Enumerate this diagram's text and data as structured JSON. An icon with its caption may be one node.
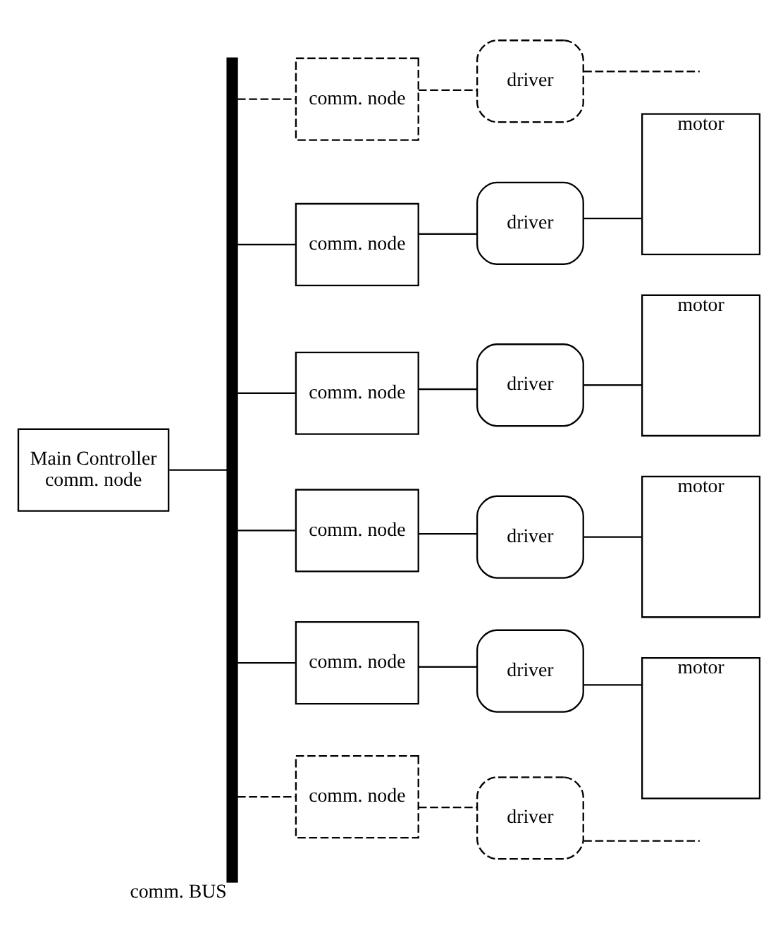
{
  "diagram": {
    "nodes": [
      {
        "text": [],
        "shape": "bar",
        "beside": [
          "comm. BUS"
        ]
      },
      {
        "text": [
          "Main Controller",
          "comm. node"
        ]
      },
      {
        "text": [
          "comm. node"
        ]
      },
      {
        "text": [
          "driver"
        ]
      },
      {
        "text": [
          "comm. node"
        ]
      },
      {
        "text": [
          "driver"
        ]
      },
      {
        "text": [
          "motor"
        ]
      },
      {
        "text": [
          "comm. node"
        ]
      },
      {
        "text": [
          "driver"
        ]
      },
      {
        "text": [
          "motor"
        ]
      },
      {
        "text": [
          "comm. node"
        ]
      },
      {
        "text": [
          "driver"
        ]
      },
      {
        "text": [
          "motor"
        ]
      },
      {
        "text": [
          "comm. node"
        ]
      },
      {
        "text": [
          "driver"
        ]
      },
      {
        "text": [
          "motor"
        ]
      },
      {
        "text": [
          "comm. node"
        ]
      },
      {
        "text": [
          "driver"
        ]
      }
    ],
    "edges": [
      {
        "from": 1,
        "to": 0,
        "arrow": "none"
      },
      {
        "from": 0,
        "to": 2,
        "arrow": "none",
        "style": "dashed"
      },
      {
        "from": 2,
        "to": 3,
        "arrow": "none",
        "style": "dashed"
      },
      {
        "from": 3,
        "to": null,
        "arrow": "none",
        "style": "dashed"
      },
      {
        "from": 0,
        "to": 4,
        "arrow": "none"
      },
      {
        "from": 4,
        "to": 5,
        "arrow": "none"
      },
      {
        "from": 5,
        "to": 6,
        "arrow": "none"
      },
      {
        "from": 0,
        "to": 7,
        "arrow": "none"
      },
      {
        "from": 7,
        "to": 8,
        "arrow": "none"
      },
      {
        "from": 8,
        "to": 9,
        "arrow": "none"
      },
      {
        "from": 0,
        "to": 10,
        "arrow": "none"
      },
      {
        "from": 10,
        "to": 11,
        "arrow": "none"
      },
      {
        "from": 11,
        "to": 12,
        "arrow": "none"
      },
      {
        "from": 0,
        "to": 13,
        "arrow": "none"
      },
      {
        "from": 13,
        "to": 14,
        "arrow": "none"
      },
      {
        "from": 14,
        "to": 15,
        "arrow": "none"
      },
      {
        "from": 0,
        "to": 16,
        "arrow": "none",
        "style": "dashed"
      },
      {
        "from": 16,
        "to": 17,
        "arrow": "none",
        "style": "dashed"
      },
      {
        "from": 17,
        "to": null,
        "arrow": "none",
        "style": "dashed"
      }
    ]
  }
}
